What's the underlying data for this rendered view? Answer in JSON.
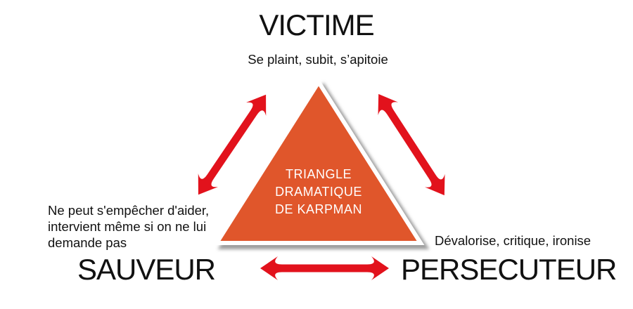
{
  "colors": {
    "background": "#FFFFFF",
    "accent_red": "#E2121C",
    "triangle_orange": "#E0562B",
    "triangle_label": "#FFFFFF",
    "text": "#111111"
  },
  "victime": {
    "title": "VICTIME",
    "subtitle": "Se plaint, subit, s’apitoie"
  },
  "triangle": {
    "label_lines": [
      "TRIANGLE",
      "DRAMATIQUE",
      "DE KARPMAN"
    ]
  },
  "sauveur": {
    "title": "SAUVEUR",
    "description": "Ne peut s'empêcher d'aider,\nintervient même si on ne lui\ndemande pas"
  },
  "persecuteur": {
    "title": "PERSECUTEUR",
    "description": "Dévalorise, critique, ironise"
  },
  "arrows": [
    {
      "name": "victime-sauveur",
      "direction": "bidirectional"
    },
    {
      "name": "victime-persecuteur",
      "direction": "bidirectional"
    },
    {
      "name": "sauveur-persecuteur",
      "direction": "bidirectional"
    }
  ]
}
